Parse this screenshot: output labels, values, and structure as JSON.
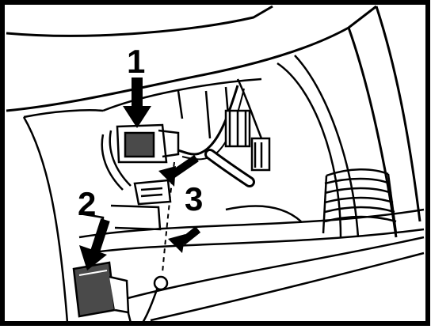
{
  "figure": {
    "callouts": [
      {
        "label": "1"
      },
      {
        "label": "2"
      },
      {
        "label": "3"
      }
    ],
    "colors": {
      "ink": "#000000",
      "paper": "#ffffff",
      "shade": "#4a4a4a"
    }
  }
}
